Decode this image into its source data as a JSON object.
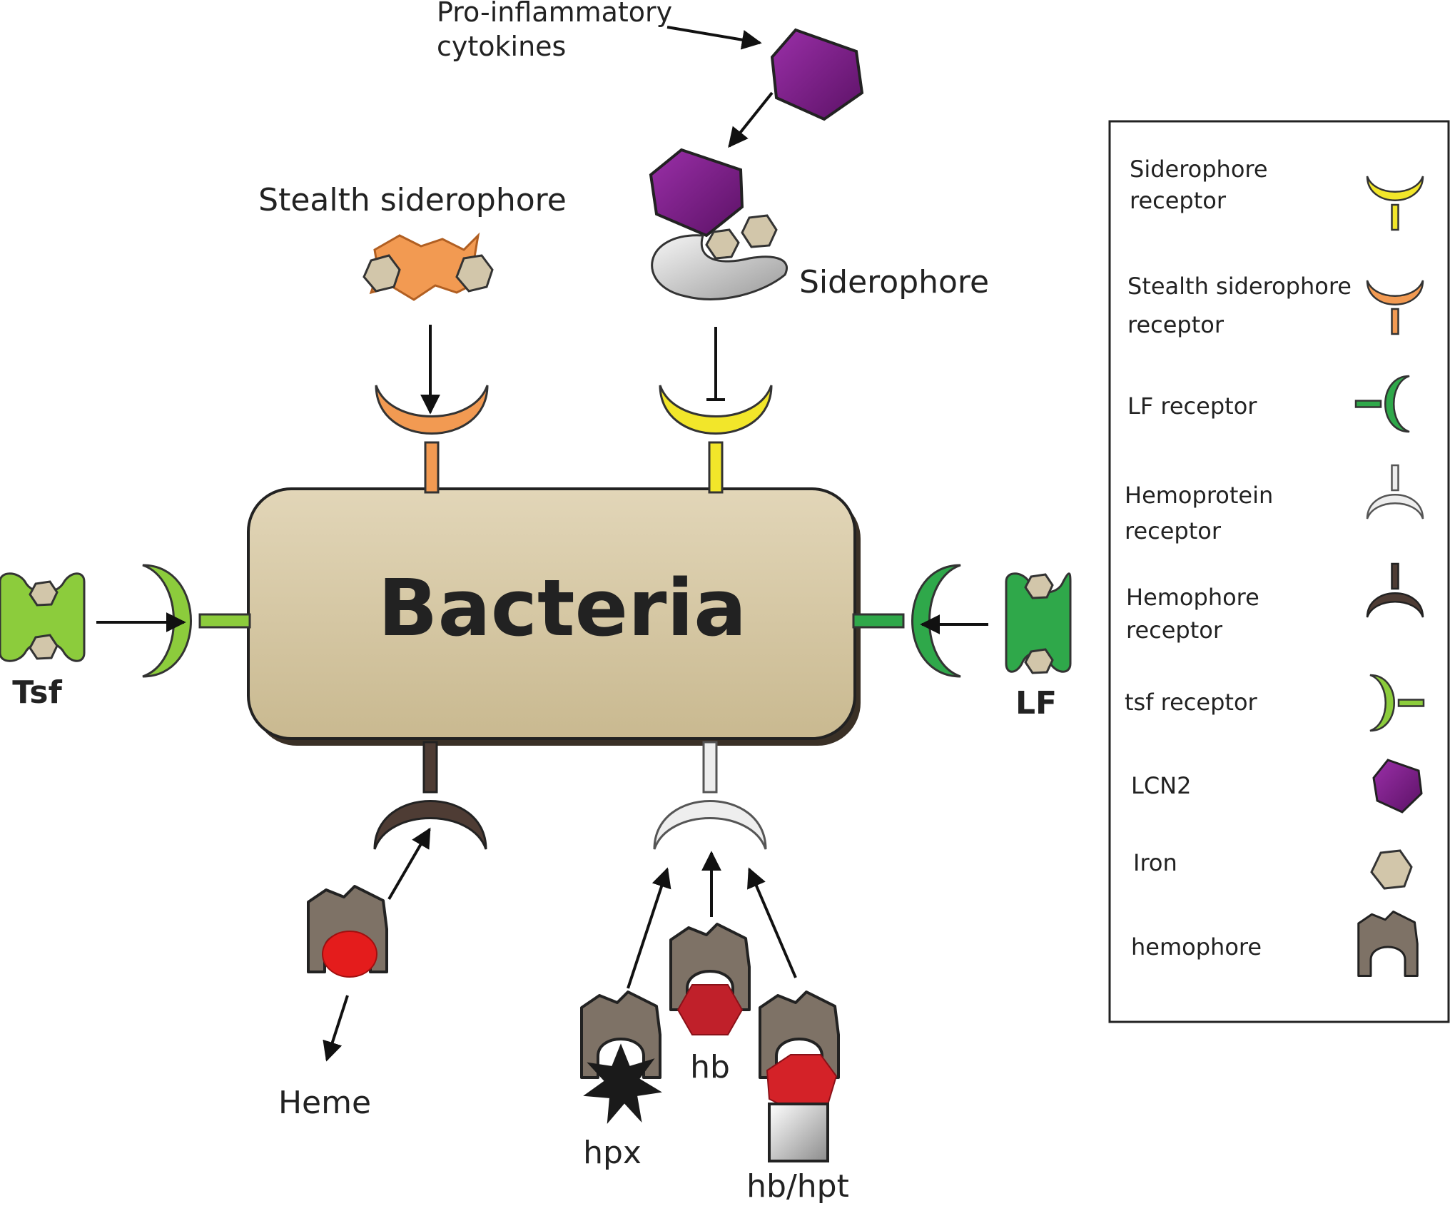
{
  "diagram": {
    "bacteria_label": "Bacteria",
    "labels": {
      "pro_inflammatory_line1": "Pro-inflammatory",
      "pro_inflammatory_line2": "cytokines",
      "stealth_siderophore": "Stealth siderophore",
      "siderophore": "Siderophore",
      "tsf": "Tsf",
      "lf": "LF",
      "heme": "Heme",
      "hb": "hb",
      "hpx": "hpx",
      "hb_hpt": "hb/hpt"
    }
  },
  "legend": {
    "items": [
      {
        "line1": "Siderophore",
        "line2": "receptor",
        "icon": "siderophore-receptor-icon"
      },
      {
        "line1": "Stealth siderophore",
        "line2": "receptor",
        "icon": "stealth-siderophore-receptor-icon"
      },
      {
        "line1": "LF receptor",
        "line2": "",
        "icon": "lf-receptor-icon"
      },
      {
        "line1": "Hemoprotein",
        "line2": "receptor",
        "icon": "hemoprotein-receptor-icon"
      },
      {
        "line1": "Hemophore",
        "line2": "receptor",
        "icon": "hemophore-receptor-icon"
      },
      {
        "line1": "tsf receptor",
        "line2": "",
        "icon": "tsf-receptor-icon"
      },
      {
        "line1": "LCN2",
        "line2": "",
        "icon": "lcn2-icon"
      },
      {
        "line1": "Iron",
        "line2": "",
        "icon": "iron-icon"
      },
      {
        "line1": "hemophore",
        "line2": "",
        "icon": "hemophore-icon"
      }
    ]
  },
  "colors": {
    "bacteria_fill": "#d6c8a6",
    "siderophore_receptor": "#f2e62a",
    "stealth_receptor": "#f29a52",
    "lf_receptor": "#2fa84a",
    "tsf_receptor": "#8ccc3c",
    "hemoprotein_receptor": "#eeeeee",
    "hemophore_receptor": "#4e3c34",
    "lcn2": "#7a1d86",
    "iron": "#d2c6aa",
    "hemophore": "#7e7266",
    "heme": "#e41c1c",
    "hb": "#c0202a"
  }
}
